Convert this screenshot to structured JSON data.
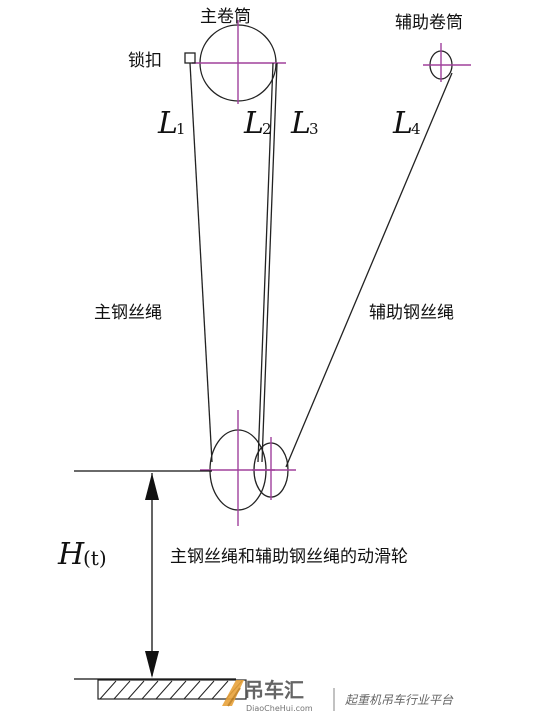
{
  "labels": {
    "main_drum": "主卷筒",
    "aux_drum": "辅助卷筒",
    "lock": "锁扣",
    "main_rope": "主钢丝绳",
    "aux_rope": "辅助钢丝绳",
    "pulley": "主钢丝绳和辅助钢丝绳的动滑轮"
  },
  "segments": {
    "L1": {
      "letter": "L",
      "sub": "1"
    },
    "L2": {
      "letter": "L",
      "sub": "2"
    },
    "L3": {
      "letter": "L",
      "sub": "3"
    },
    "L4": {
      "letter": "L",
      "sub": "4"
    }
  },
  "height": {
    "letter": "H",
    "sub": "(t)"
  },
  "watermark": {
    "name": "吊车汇",
    "url": "DiaoCheHui.com",
    "slogan": "起重机吊车行业平台",
    "accent_color": "#e8a23a"
  },
  "colors": {
    "centerline": "#a0409c",
    "line": "#222222"
  }
}
